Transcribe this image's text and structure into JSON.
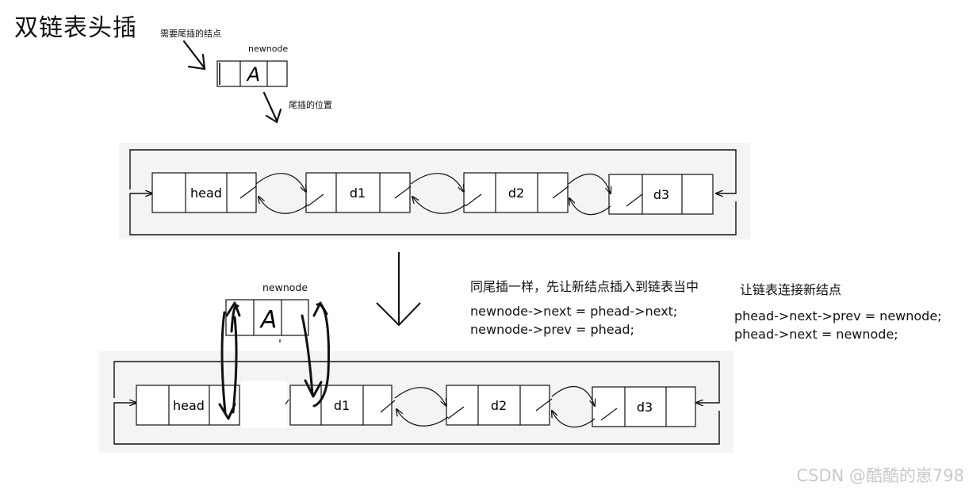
{
  "title": "双链表头插",
  "top_note_tail_node": "需要尾插的结点",
  "top_note_tail_pos": "尾插的位置",
  "newnode_label_top": "newnode",
  "newnode_label_bottom": "newnode",
  "newnode_value": "A",
  "nodes": [
    "head",
    "d1",
    "d2",
    "d3"
  ],
  "step1": {
    "heading": "同尾插一样，先让新结点插入到链表当中",
    "line1": "newnode->next = phead->next;",
    "line2": "newnode->prev = phead;"
  },
  "step2": {
    "heading": "让链表连接新结点",
    "line1": "phead->next->prev = newnode;",
    "line2": "phead->next = newnode;"
  },
  "watermark": "CSDN @酷酷的崽798",
  "colors": {
    "panel": "#f4f4f4",
    "stroke": "#111111",
    "watermark": "#c9c9c9"
  }
}
